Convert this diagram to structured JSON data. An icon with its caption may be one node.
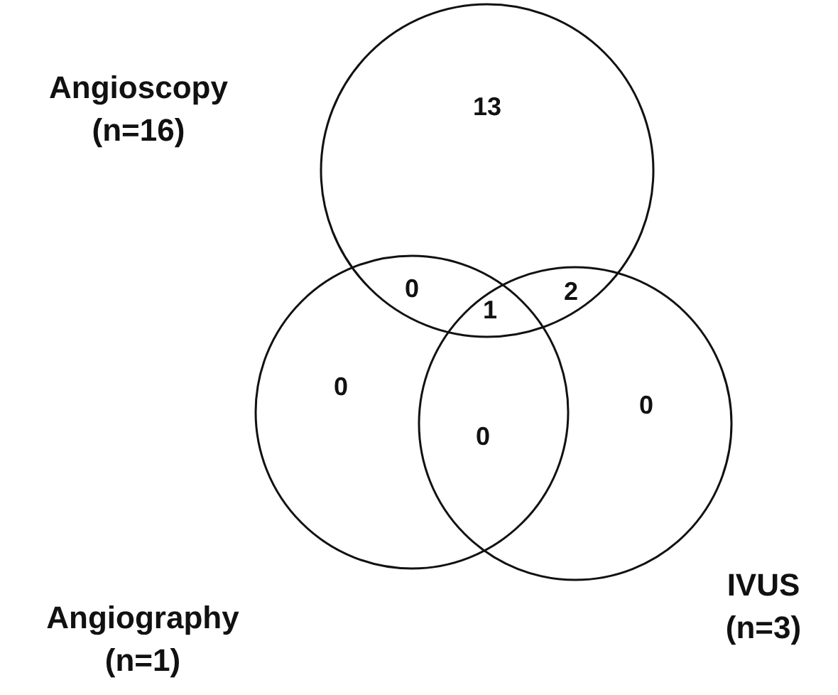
{
  "diagram": {
    "nodes": [
      {
        "text": [
          "Angioscopy (n=16)"
        ]
      },
      {
        "text": [
          "Angiography (n=1)"
        ]
      },
      {
        "text": [
          "IVUS (n=3)"
        ]
      }
    ],
    "edges": [],
    "labels": [
      "13",
      "0",
      "1",
      "2",
      "0",
      "0",
      "0"
    ]
  }
}
